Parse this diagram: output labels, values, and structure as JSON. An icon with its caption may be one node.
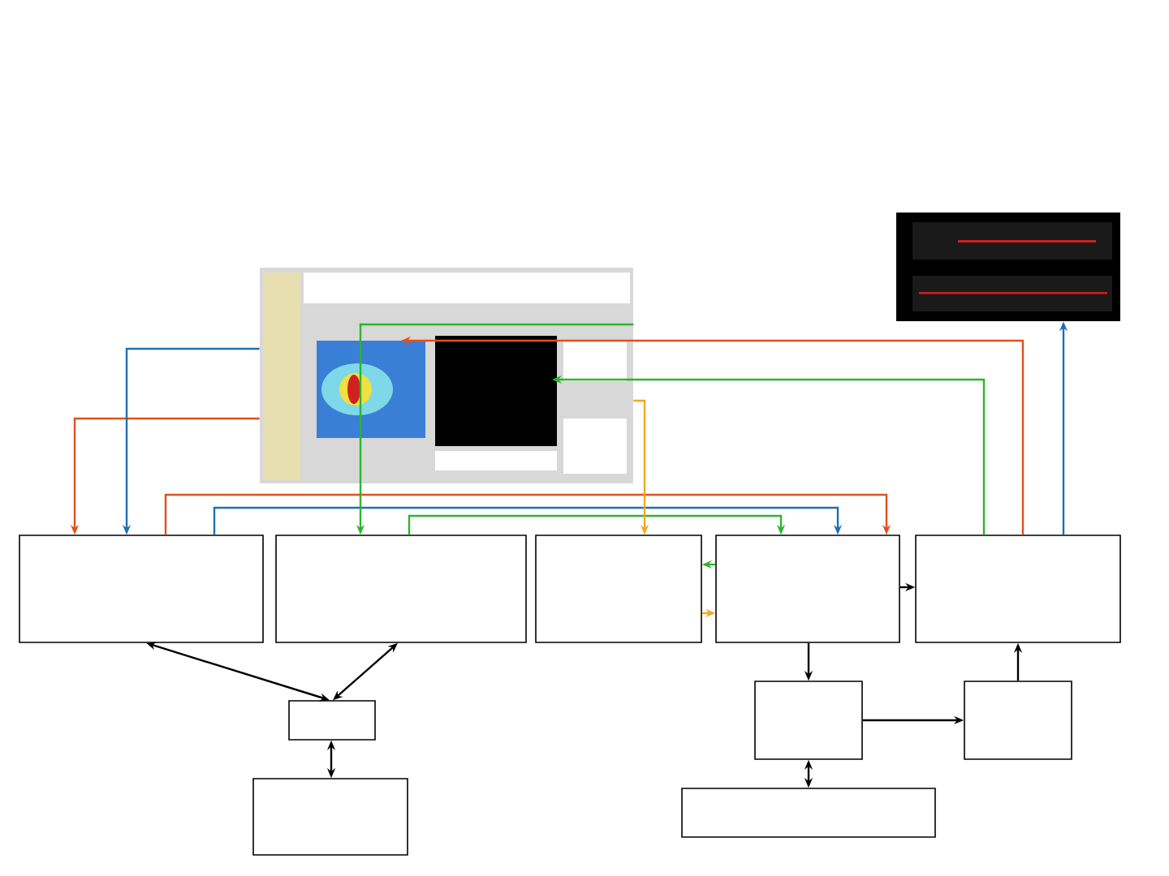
{
  "diagram": {
    "nodes": [
      {
        "text": [],
        "shape": "picture"
      },
      {
        "text": [],
        "shape": "picture"
      },
      {
        "text": [],
        "shape": "box"
      },
      {
        "text": [],
        "shape": "box"
      },
      {
        "text": [],
        "shape": "box"
      },
      {
        "text": [],
        "shape": "box"
      },
      {
        "text": [],
        "shape": "box"
      },
      {
        "text": [],
        "shape": "box"
      },
      {
        "text": [],
        "shape": "box"
      },
      {
        "text": [],
        "shape": "box"
      },
      {
        "text": [],
        "shape": "box"
      },
      {
        "text": [],
        "shape": "box"
      }
    ],
    "edges": [
      {
        "from": 0,
        "to": 2,
        "arrow": "to",
        "color": "#e0501e"
      },
      {
        "from": 0,
        "to": 2,
        "arrow": "to",
        "color": "#1f6fb2"
      },
      {
        "from": 2,
        "to": 5,
        "arrow": "to",
        "color": "#e0501e"
      },
      {
        "from": 2,
        "to": 5,
        "arrow": "to",
        "color": "#1f6fb2"
      },
      {
        "from": 0,
        "to": 3,
        "arrow": "to",
        "color": "#2db52d"
      },
      {
        "from": 3,
        "to": 5,
        "arrow": "to",
        "color": "#2db52d"
      },
      {
        "from": 0,
        "to": 4,
        "arrow": "to",
        "color": "#f0a820"
      },
      {
        "from": 5,
        "to": 4,
        "arrow": "to",
        "color": "#2db52d"
      },
      {
        "from": 4,
        "to": 5,
        "arrow": "to",
        "color": "#f0a820"
      },
      {
        "from": 5,
        "to": 6,
        "arrow": "to",
        "color": "#000000"
      },
      {
        "from": 6,
        "to": 0,
        "arrow": "to",
        "color": "#2db52d"
      },
      {
        "from": 6,
        "to": 0,
        "arrow": "to",
        "color": "#e0501e"
      },
      {
        "from": 6,
        "to": 1,
        "arrow": "to",
        "color": "#1f6fb2"
      },
      {
        "from": 2,
        "to": 7,
        "arrow": "both",
        "color": "#000000"
      },
      {
        "from": 3,
        "to": 7,
        "arrow": "both",
        "color": "#000000"
      },
      {
        "from": 7,
        "to": 8,
        "arrow": "both",
        "color": "#000000"
      },
      {
        "from": 5,
        "to": 9,
        "arrow": "to",
        "color": "#000000"
      },
      {
        "from": 9,
        "to": 10,
        "arrow": "to",
        "color": "#000000"
      },
      {
        "from": 10,
        "to": 6,
        "arrow": "to",
        "color": "#000000"
      },
      {
        "from": 9,
        "to": 11,
        "arrow": "both",
        "color": "#000000"
      }
    ]
  }
}
